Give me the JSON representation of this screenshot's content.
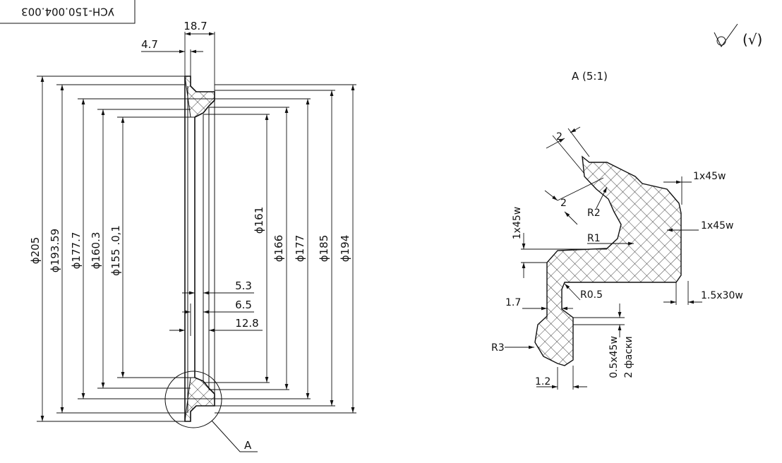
{
  "stamp": {
    "designation": "УСН-150.004.003"
  },
  "surface_finish": {
    "paren": "(√)"
  },
  "detail_view": {
    "title": "A (5:1)"
  },
  "section_marker": "A",
  "main_view": {
    "diameters": [
      "ϕ205",
      "ϕ193.59",
      "ϕ177.7",
      "ϕ160.3",
      "ϕ155 .0,1",
      "ϕ161",
      "ϕ166",
      "ϕ177",
      "ϕ185",
      "ϕ194"
    ],
    "widths": {
      "top_total": "18.7",
      "top_left": "4.7",
      "w1": "5.3",
      "w2": "6.5",
      "w3": "12.8"
    }
  },
  "detail_dims": {
    "d2a": "2",
    "d2b": "2",
    "r2": "R2",
    "r1": "R1",
    "r05": "R0.5",
    "r3": "R3",
    "chamfer_left": "1x45w",
    "chamfer_top": "1x45w",
    "chamfer_right": "1x45w",
    "chamfer_30": "1.5x30w",
    "d17": "1.7",
    "d12": "1.2",
    "chamfer_small": "0.5x45w",
    "chamfer_note": "2 фаски"
  },
  "colors": {
    "ink": "#111111",
    "paper": "#ffffff"
  }
}
